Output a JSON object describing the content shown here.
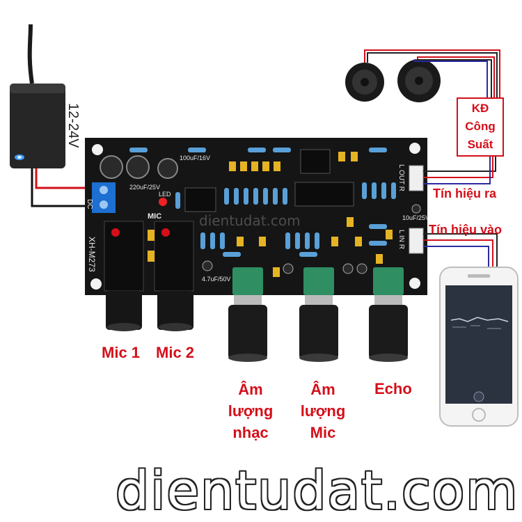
{
  "adapter": {
    "voltage_label": "12-24V"
  },
  "board": {
    "model": "XH-M273",
    "silk_mic": "MIC",
    "silk_dc": "DC",
    "silk_out": "L OUT R",
    "silk_in": "L IN R",
    "silk_cap1": "220uF/25V",
    "silk_cap2": "100uF/16V",
    "silk_cap3": "10uF/25V",
    "silk_cap4": "4.7uF/50V",
    "silk_led": "LED",
    "watermark": "dientudat.com"
  },
  "labels": {
    "mic1": "Mic 1",
    "mic2": "Mic 2",
    "music_volume": [
      "Âm",
      "lượng",
      "nhạc"
    ],
    "mic_volume": [
      "Âm",
      "lượng",
      "Mic"
    ],
    "echo": "Echo",
    "signal_out": "Tín hiệu ra",
    "signal_in": "Tín hiệu vào",
    "amplifier": [
      "KĐ",
      "Công",
      "Suất"
    ]
  },
  "watermark": "dientudat.com",
  "colors": {
    "label_red": "#d40f1a",
    "pcb": "#151515",
    "knob": "#1b1b1b",
    "pot": "#2f8f63"
  }
}
